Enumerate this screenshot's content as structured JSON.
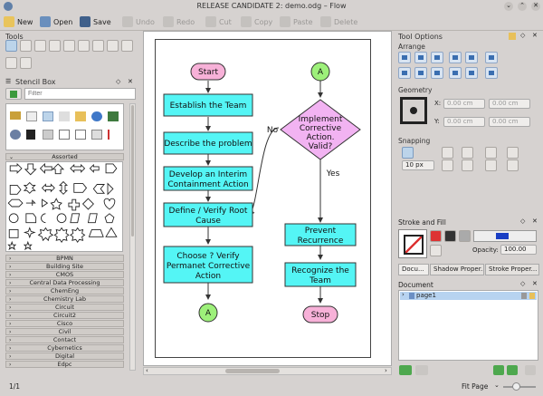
{
  "window": {
    "title": "RELEASE CANDIDATE 2: demo.odg – Flow"
  },
  "toolbar": [
    {
      "label": "New",
      "icon": "new-document-icon",
      "enabled": true
    },
    {
      "label": "Open",
      "icon": "open-folder-icon",
      "enabled": true
    },
    {
      "label": "Save",
      "icon": "save-icon",
      "enabled": true
    },
    {
      "label": "Undo",
      "icon": "undo-icon",
      "enabled": false
    },
    {
      "label": "Redo",
      "icon": "redo-icon",
      "enabled": false
    },
    {
      "label": "Cut",
      "icon": "cut-icon",
      "enabled": false
    },
    {
      "label": "Copy",
      "icon": "copy-icon",
      "enabled": false
    },
    {
      "label": "Paste",
      "icon": "paste-icon",
      "enabled": false
    },
    {
      "label": "Delete",
      "icon": "delete-icon",
      "enabled": false
    }
  ],
  "tools_panel": {
    "title": "Tools"
  },
  "stencil_box": {
    "title": "Stencil Box",
    "filter_placeholder": "Filter",
    "assorted_label": "Assorted",
    "categories": [
      "BPMN",
      "Building Site",
      "CMOS",
      "Central Data Processing",
      "ChemEng",
      "Chemistry Lab",
      "Circuit",
      "Circuit2",
      "Cisco",
      "Civil",
      "Contact",
      "Cybernetics",
      "Digital",
      "Edpc"
    ]
  },
  "flowchart": {
    "nodes": {
      "start": "Start",
      "establish": "Establish the Team",
      "describe": "Describe the problem",
      "interim": [
        "Develop an Interim",
        "Containment Action"
      ],
      "define": [
        "Define / Verify Root",
        "Cause"
      ],
      "choose": [
        "Choose ? Verify",
        "Permanet Corrective",
        "Action"
      ],
      "connector_a": "A",
      "implement": [
        "Implement",
        "Corrective",
        "Action.",
        "Valid?"
      ],
      "prevent": [
        "Prevent",
        "Recurrence"
      ],
      "recognize": [
        "Recognize the",
        "Team"
      ],
      "stop": "Stop"
    },
    "labels": {
      "no": "No",
      "yes": "Yes"
    }
  },
  "tool_options": {
    "title": "Tool Options",
    "arrange_label": "Arrange",
    "geometry_label": "Geometry",
    "x_label": "X:",
    "y_label": "Y:",
    "x_value": "0.00 cm",
    "y_value": "0.00 cm",
    "w_value": "0.00 cm",
    "h_value": "0.00 cm",
    "snapping_label": "Snapping",
    "snap_distance": "10 px"
  },
  "stroke_fill": {
    "title": "Stroke and Fill",
    "opacity_label": "Opacity:",
    "opacity_value": "100.00",
    "fill_color": "#1a3fc4"
  },
  "dock_tabs": [
    "Docu...",
    "Shadow Proper...",
    "Stroke Proper..."
  ],
  "document_panel": {
    "title": "Document",
    "items": [
      "page1"
    ]
  },
  "statusbar": {
    "page": "1/1",
    "zoom": "Fit Page"
  },
  "colors": {
    "process_fill": "#54f5f5",
    "terminal_fill": "#f7b1d8",
    "connector_fill": "#9df07a",
    "decision_fill": "#f2b3f2",
    "selection": "#b7d3f0"
  }
}
